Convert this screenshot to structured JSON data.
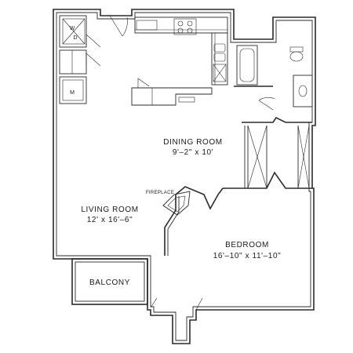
{
  "rooms": {
    "dining": {
      "name": "DINING ROOM",
      "size": "9'–2\" x 10'"
    },
    "living": {
      "name": "LIVING ROOM",
      "size": "12' x 16'–6\""
    },
    "bedroom": {
      "name": "BEDROOM",
      "size": "16'–10\" x 11'–10\""
    },
    "balcony": {
      "name": "BALCONY"
    }
  },
  "fixtures": {
    "fireplace": "FIREPLACE",
    "washer": "W",
    "dryer": "D",
    "mechanical": "M"
  }
}
